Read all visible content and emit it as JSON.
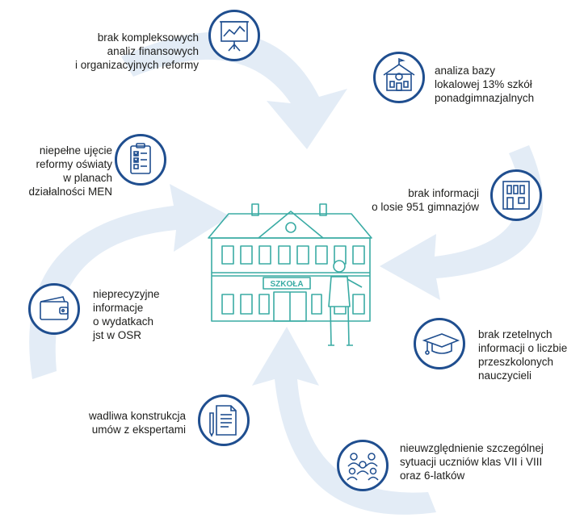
{
  "center": {
    "sign": "SZKOŁA"
  },
  "items": [
    {
      "id": "finance",
      "text": [
        "brak kompleksowych",
        "analiz finansowych",
        "i organizacyjnych reformy"
      ],
      "icon": "presentation-board-icon"
    },
    {
      "id": "school_base",
      "text": [
        "analiza bazy",
        "lokalowej 13% szkół",
        "ponadgimnazjalnych"
      ],
      "icon": "school-building-icon"
    },
    {
      "id": "gymnasiums",
      "text": [
        "brak informacji",
        "o losie 951 gimnazjów"
      ],
      "icon": "building-facade-icon"
    },
    {
      "id": "teachers",
      "text": [
        "brak rzetelnych",
        "informacji o liczbie",
        "przeszkolonych",
        "nauczycieli"
      ],
      "icon": "graduation-cap-icon"
    },
    {
      "id": "pupils",
      "text": [
        "nieuwzględnienie szczególnej",
        "sytuacji uczniów klas VII i VIII",
        "oraz 6-latków"
      ],
      "icon": "people-group-icon"
    },
    {
      "id": "contracts",
      "text": [
        "wadliwa konstrukcja",
        "umów z ekspertami"
      ],
      "icon": "document-pen-icon"
    },
    {
      "id": "expenses",
      "text": [
        "nieprecyzyjne",
        "informacje",
        "o wydatkach",
        "jst w OSR"
      ],
      "icon": "wallet-icon"
    },
    {
      "id": "men_plans",
      "text": [
        "niepełne ujęcie",
        "reformy oświaty",
        "w planach",
        "działalności MEN"
      ],
      "icon": "checklist-clipboard-icon"
    }
  ],
  "colors": {
    "circle_border": "#1f4e8f",
    "cycle_arrow": "#e3ecf6",
    "building": "#3aaba4",
    "text": "#1d1d1b"
  }
}
